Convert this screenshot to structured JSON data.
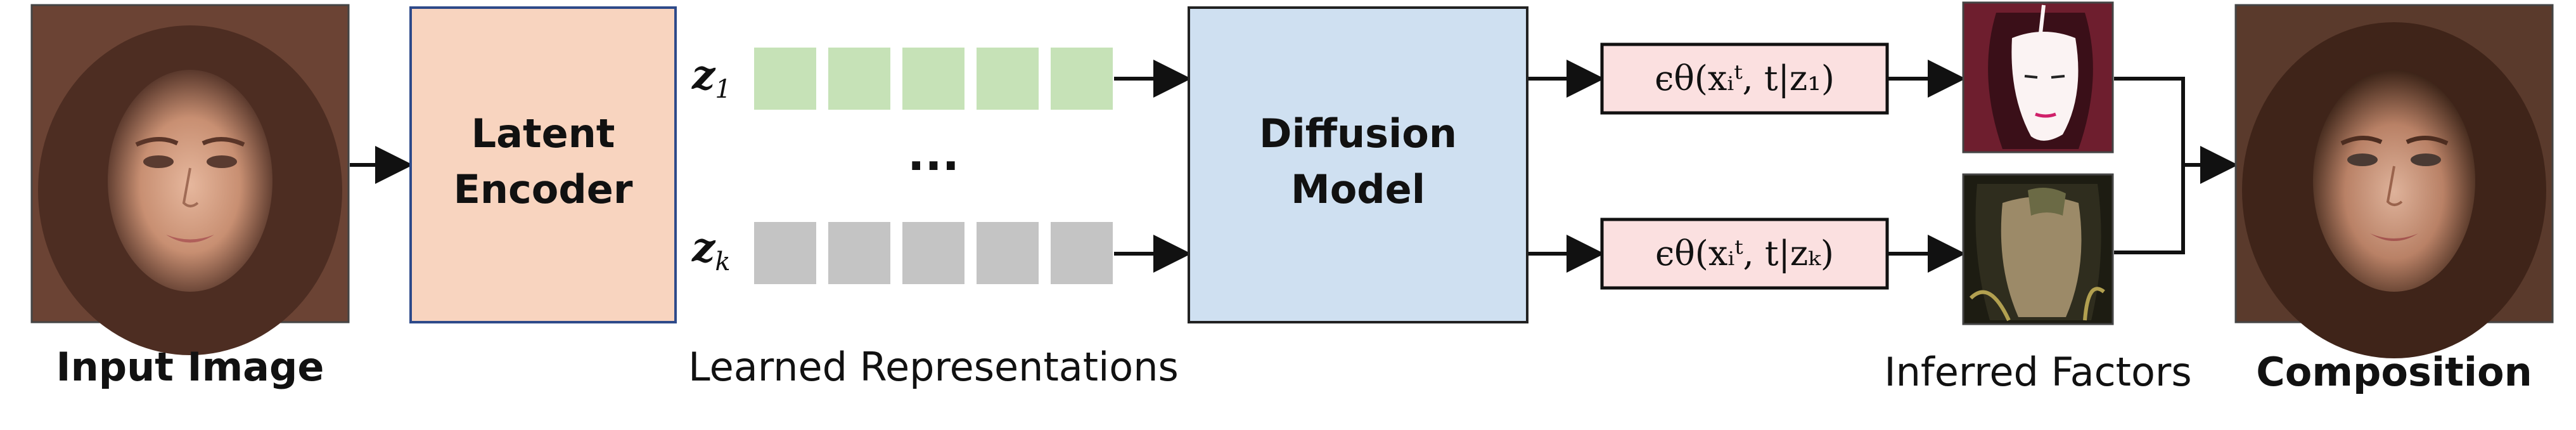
{
  "input": {
    "caption": "Input Image",
    "photo_alt": "face-photo"
  },
  "encoder": {
    "line1": "Latent",
    "line2": "Encoder",
    "fill": "#f8d4bf",
    "stroke": "#2e4a8a"
  },
  "representations": {
    "caption": "Learned Representations",
    "ellipsis": "...",
    "rows": [
      {
        "label": "z",
        "sub": "1",
        "color": "#c6e2b7",
        "cells": 5
      },
      {
        "label": "z",
        "sub": "k",
        "color": "#c4c4c4",
        "cells": 5
      }
    ]
  },
  "diffusion": {
    "line1": "Diffusion",
    "line2": "Model",
    "fill": "#cfe0f1",
    "stroke": "#222222"
  },
  "eps_boxes": [
    {
      "text": "ϵθ(xᵢᵗ, t|z₁)"
    },
    {
      "text": "ϵθ(xᵢᵗ, t|zₖ)"
    }
  ],
  "eps_box_fill": "#fbe0e0",
  "factors": {
    "caption": "Inferred Factors"
  },
  "composition": {
    "caption": "Composition"
  }
}
